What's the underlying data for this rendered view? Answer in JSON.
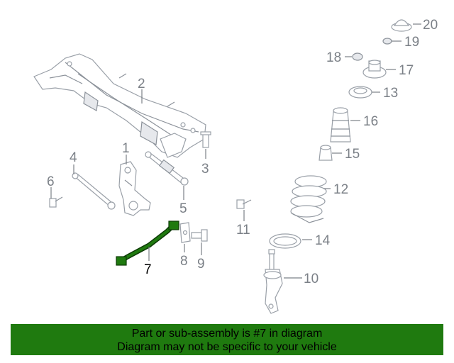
{
  "callouts": {
    "c1": "1",
    "c2": "2",
    "c3": "3",
    "c4": "4",
    "c5": "5",
    "c6": "6",
    "c7": "7",
    "c8": "8",
    "c9": "9",
    "c10": "10",
    "c11": "11",
    "c12": "12",
    "c13": "13",
    "c14": "14",
    "c15": "15",
    "c16": "16",
    "c17": "17",
    "c18": "18",
    "c19": "19",
    "c20": "20"
  },
  "highlight": {
    "part": "7",
    "color": "#1f7a0f"
  },
  "banner": {
    "line1": "Part or sub-assembly is #7 in diagram",
    "line2": "Diagram may not be specific to your vehicle",
    "background": "#1f7a0f"
  }
}
